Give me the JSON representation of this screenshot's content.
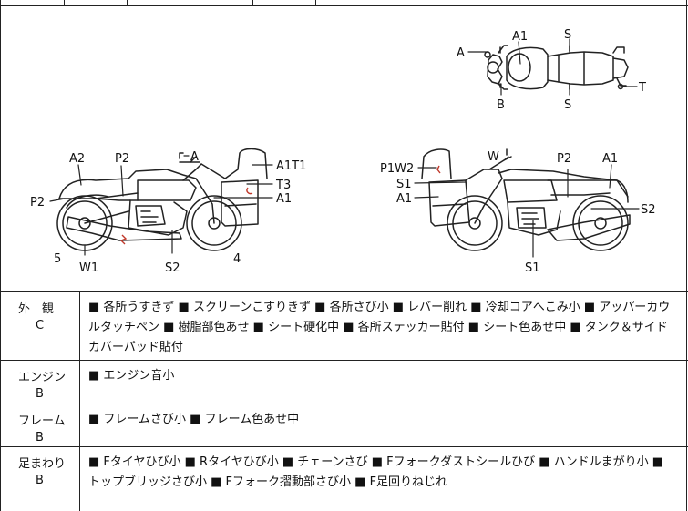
{
  "diagram": {
    "top_view": {
      "A": "A",
      "A1": "A1",
      "S_top": "S",
      "B": "B",
      "S_bottom": "S",
      "T": "T"
    },
    "left_side": {
      "A2": "A2",
      "P2": "P2",
      "A": "A",
      "A1T1": "A1T1",
      "T3": "T3",
      "A1": "A1",
      "P2_left": "P2",
      "five": "5",
      "W1": "W1",
      "S2": "S2",
      "four": "4"
    },
    "right_side": {
      "W": "W",
      "P1W2": "P1W2",
      "S1": "S1",
      "A1_mid": "A1",
      "P2": "P2",
      "A1": "A1",
      "S2": "S2",
      "S1_bottom": "S1"
    }
  },
  "rows": [
    {
      "title": "外　観",
      "grade": "C",
      "text": "■ 各所うすきず ■ スクリーンこすりきず ■ 各所さび小 ■ レバー削れ ■ 冷却コアへこみ小 ■ アッパーカウルタッチペン ■ 樹脂部色あせ ■ シート硬化中 ■ 各所ステッカー貼付 ■ シート色あせ中 ■ タンク＆サイドカバーパッド貼付"
    },
    {
      "title": "エンジン",
      "grade": "B",
      "text": "■ エンジン音小"
    },
    {
      "title": "フレーム",
      "grade": "B",
      "text": "■ フレームさび小 ■ フレーム色あせ中"
    },
    {
      "title": "足まわり",
      "grade": "B",
      "text": "■ Fタイヤひび小 ■ Rタイヤひび小 ■ チェーンさび ■ Fフォークダストシールひび ■ ハンドルまがり小 ■ トップブリッジさび小 ■ Fフォーク摺動部さび小 ■ F足回りねじれ"
    }
  ]
}
